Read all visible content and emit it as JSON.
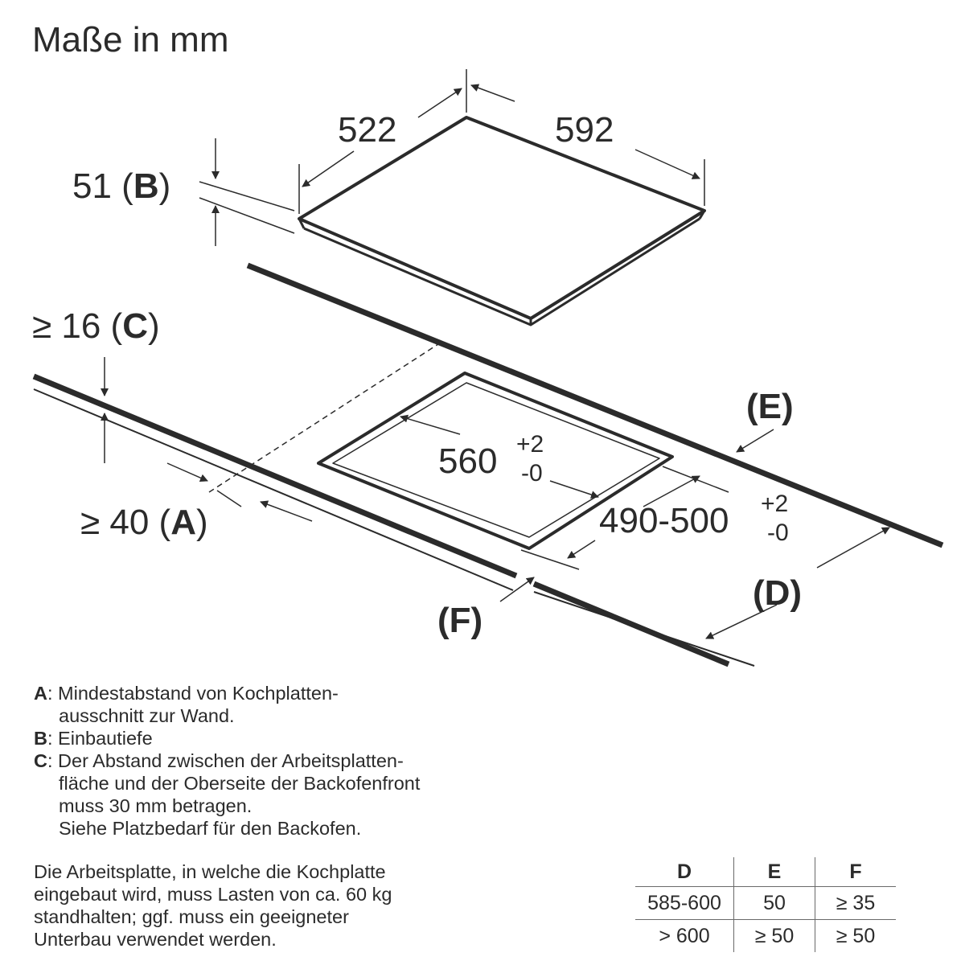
{
  "title": "Maße in mm",
  "dimensions": {
    "hob_depth": "522",
    "hob_width": "592",
    "build_depth_value": "51 (",
    "build_depth_key": "B",
    "build_depth_close": ")",
    "gap_c_value": "≥ 16 (",
    "gap_c_key": "C",
    "gap_c_close": ")",
    "cutout_width": "560",
    "cutout_width_tol_plus": "+2",
    "cutout_width_tol_minus": "-0",
    "cutout_depth": "490-500",
    "cutout_depth_tol_plus": "+2",
    "cutout_depth_tol_minus": "-0",
    "wall_a_value": "≥ 40 (",
    "wall_a_key": "A",
    "wall_a_close": ")",
    "label_e": "(E)",
    "label_d": "(D)",
    "label_f": "(F)"
  },
  "legend": {
    "a_key": "A",
    "a_line1": ": Mindestabstand von Kochplatten-",
    "a_line2": "ausschnitt zur Wand.",
    "b_key": "B",
    "b_line1": ": Einbautiefe",
    "c_key": "C",
    "c_line1": ": Der Abstand zwischen der Arbeitsplatten-",
    "c_line2": "fläche und der Oberseite der Backofenfront",
    "c_line3": "muss 30 mm betragen.",
    "c_line4": "Siehe Platzbedarf für den Backofen."
  },
  "note": {
    "line1": "Die Arbeitsplatte, in welche die Kochplatte",
    "line2": "eingebaut wird, muss Lasten von ca. 60 kg",
    "line3": "standhalten; ggf. muss ein geeigneter",
    "line4": "Unterbau verwendet werden."
  },
  "table": {
    "headers": [
      "D",
      "E",
      "F"
    ],
    "rows": [
      [
        "585-600",
        "50",
        "≥ 35"
      ],
      [
        "> 600",
        "≥ 50",
        "≥ 50"
      ]
    ]
  }
}
